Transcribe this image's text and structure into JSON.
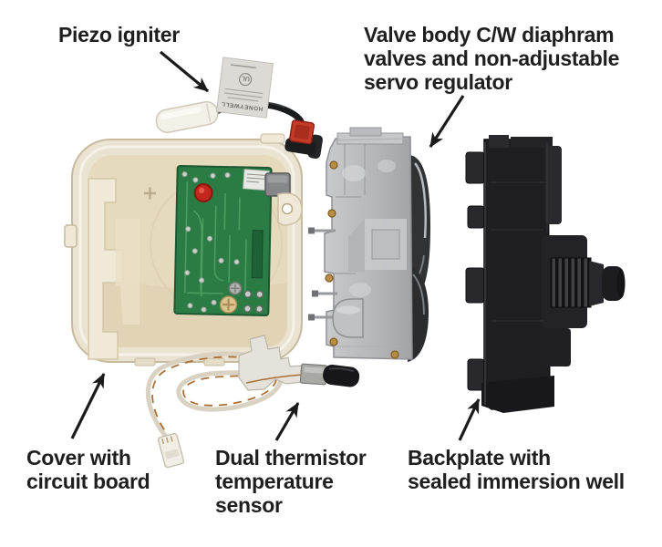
{
  "figure": {
    "type": "annotated-parts-diagram",
    "subject": "gas valve control exploded view",
    "background_color": "#ffffff",
    "label_text_color": "#1f1f1f",
    "arrow_color": "#1b1b1b",
    "callouts": [
      {
        "id": "piezo-igniter",
        "label": "Piezo igniter"
      },
      {
        "id": "valve-body",
        "label": "Valve body C/W diaphram\nvalves and non-adjustable\nservo regulator"
      },
      {
        "id": "cover",
        "label": "Cover with\ncircuit board"
      },
      {
        "id": "thermistor",
        "label": "Dual thermistor\ntemperature\nsensor"
      },
      {
        "id": "backplate",
        "label": "Backplate with\nsealed immersion well"
      }
    ],
    "igniter": {
      "brand_text": "HONEYWELL",
      "cert_mark": "UL"
    },
    "colors": {
      "cover_cream": "#ebe3d1",
      "cavity_cream": "#e6dabd",
      "step_cream": "#f0e9d8",
      "pcb_green": "#2b7b44",
      "pcb_trace_green": "#4f9f65",
      "component_red": "#c2271d",
      "valve_aluminum": "#bfc0c2",
      "chrome_dark": "#303234",
      "plastic_black": "#1f1f22",
      "connector_red": "#c63b28",
      "cable_black": "#1a1b1d",
      "wire_beige": "#d9d2c2",
      "wire_brown": "#a9703a",
      "sticker_gray": "#dcdad4",
      "brass": "#b98e43"
    }
  }
}
